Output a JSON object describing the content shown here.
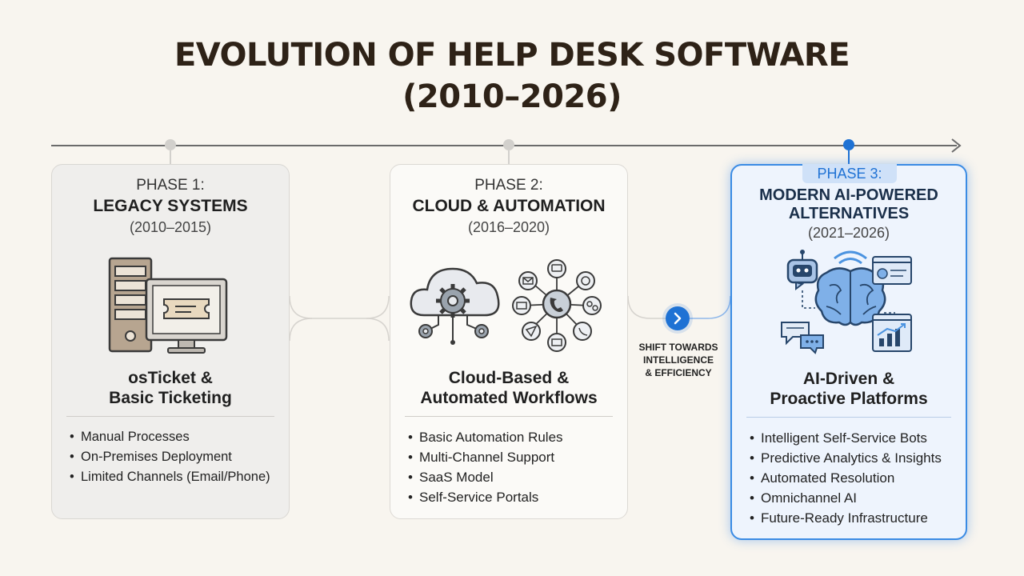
{
  "title": {
    "line1": "EVOLUTION OF HELP DESK SOFTWARE",
    "line2": "(2010–2026)"
  },
  "phases": [
    {
      "label": "PHASE 1:",
      "name": "LEGACY SYSTEMS",
      "years": "(2010–2015)",
      "heading_line1": "osTicket &",
      "heading_line2": "Basic Ticketing",
      "icon": "server-computer-ticket-icon",
      "features": [
        "Manual Processes",
        "On-Premises Deployment",
        "Limited Channels (Email/Phone)"
      ]
    },
    {
      "label": "PHASE 2:",
      "name": "CLOUD & AUTOMATION",
      "years": "(2016–2020)",
      "heading_line1": "Cloud-Based &",
      "heading_line2": "Automated Workflows",
      "icon": "cloud-gear-network-icon",
      "features": [
        "Basic Automation Rules",
        "Multi-Channel Support",
        "SaaS Model",
        "Self-Service Portals"
      ]
    },
    {
      "label": "PHASE 3:",
      "name_line1": "MODERN AI-POWERED",
      "name_line2": "ALTERNATIVES",
      "years": "(2021–2026)",
      "heading_line1": "AI-Driven &",
      "heading_line2": "Proactive Platforms",
      "icon": "ai-brain-robot-icon",
      "features": [
        "Intelligent Self-Service Bots",
        "Predictive Analytics & Insights",
        "Automated Resolution",
        "Omnichannel AI",
        "Future-Ready Infrastructure"
      ]
    }
  ],
  "shift": {
    "line1": "SHIFT TOWARDS",
    "line2": "INTELLIGENCE",
    "line3": "& EFFICIENCY"
  },
  "colors": {
    "accent": "#1f72d4",
    "title": "#2e2217",
    "background": "#f8f5ef"
  }
}
